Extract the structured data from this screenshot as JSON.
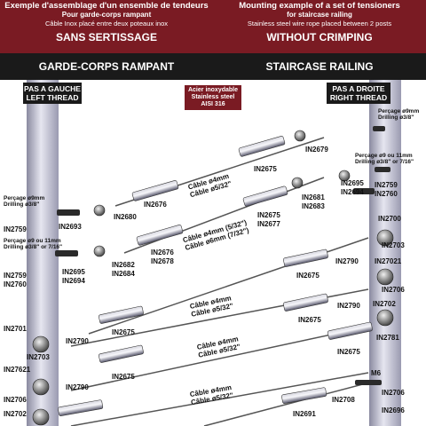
{
  "header": {
    "fr_title": "Exemple d'assemblage d'un ensemble de tendeurs",
    "fr_sub1": "Pour garde-corps rampant",
    "fr_sub2": "Câble Inox placé entre deux poteaux inox",
    "fr_big": "SANS SERTISSAGE",
    "en_title": "Mounting example of a set of tensioners",
    "en_sub1": "for staircase railing",
    "en_sub2": "Stainless steel wire rope placed between 2 posts",
    "en_big": "WITHOUT CRIMPING"
  },
  "band": {
    "fr": "GARDE-CORPS RAMPANT",
    "en": "STAIRCASE RAILING"
  },
  "left_thread": {
    "line1": "PAS A GAUCHE",
    "line2": "LEFT THREAD"
  },
  "right_thread": {
    "line1": "PAS A DROITE",
    "line2": "RIGHT THREAD"
  },
  "stainless": {
    "line1": "Acier inoxydable",
    "line2": "Stainless steel",
    "line3": "AISI 316"
  },
  "drilling": {
    "left1_a": "Perçage ø9mm",
    "left1_b": "Drilling ø3/8\"",
    "left2_a": "Perçage ø9 ou 11mm",
    "left2_b": "Drilling ø3/8\" or 7/16\"",
    "right1_a": "Perçage ø9mm",
    "right1_b": "Drilling ø3/8\"",
    "right2_a": "Perçage ø9 ou 11mm",
    "right2_b": "Drilling ø3/8\" or 7/16\""
  },
  "cable_notes": {
    "c1_a": "Câble ø4mm",
    "c1_b": "Câble ø5/32\"",
    "c2_a": "Câble ø4mm (5/32\")",
    "c2_b": "Câble ø6mm (7/32\")",
    "c3_a": "Câble ø4mm",
    "c3_b": "Câble ø5/32\"",
    "c4_a": "Câble ø4mm",
    "c4_b": "Câble ø5/32\"",
    "c5_a": "Câble ø4mm",
    "c5_b": "Câble ø5/32\""
  },
  "codes": {
    "in2759_l": "IN2759",
    "in2760_l": "IN2760",
    "in2693": "IN2693",
    "in2695_l": "IN2695",
    "in2694_l": "IN2694",
    "in2680": "IN2680",
    "in2676_a": "IN2676",
    "in2682": "IN2682",
    "in2684": "IN2684",
    "in2676_b": "IN2676",
    "in2678": "IN2678",
    "in2675_a": "IN2675",
    "in2679": "IN2679",
    "in2675_b": "IN2675",
    "in2677": "IN2677",
    "in2681": "IN2681",
    "in2683": "IN2683",
    "in2695_r": "IN2695",
    "in2694_r": "IN2694",
    "in2759_r": "IN2759",
    "in2760_r": "IN2760",
    "in2700": "IN2700",
    "in2703_r": "IN2703",
    "in27021_r": "IN27021",
    "in2706_r": "IN2706",
    "in2702_r": "IN2702",
    "in2781": "IN2781",
    "in2675_c": "IN2675",
    "in2790_a": "IN2790",
    "in2701": "IN2701",
    "in2703_l": "IN2703",
    "in27621": "IN27621",
    "in2706_l": "IN2706",
    "in2702_l": "IN2702",
    "in2790_b": "IN2790",
    "in2675_d": "IN2675",
    "in2790_c": "IN2790",
    "in2675_e": "IN2675",
    "in2790_d": "IN2790",
    "in2675_f": "IN2675",
    "in2675_g": "IN2675",
    "m6": "M6",
    "in2706_r2": "IN2706",
    "in2691": "IN2691",
    "in2708": "IN2708",
    "in2696": "IN2696"
  }
}
